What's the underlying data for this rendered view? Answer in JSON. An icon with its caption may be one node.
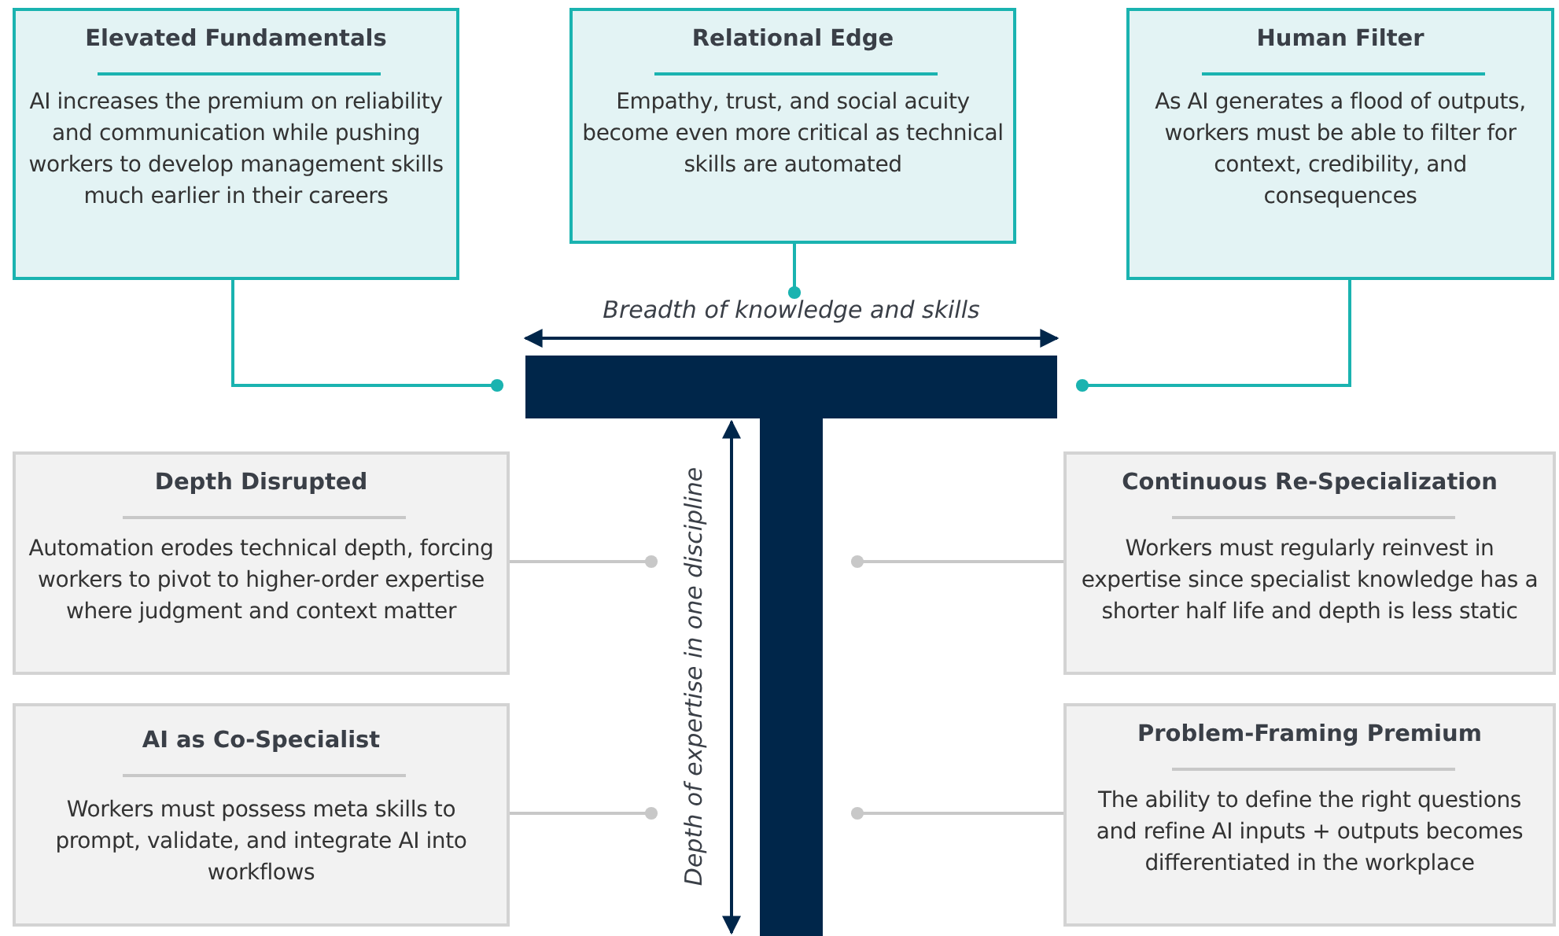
{
  "diagram": {
    "nodes": [
      {
        "text": [
          "Elevated Fundamentals",
          "AI increases the premium on reliability and communication while pushing workers to develop management skills much earlier in their careers"
        ]
      },
      {
        "text": [
          "Relational Edge",
          "Empathy, trust, and social acuity become even more critical as technical skills are automated"
        ]
      },
      {
        "text": [
          "Human Filter",
          "As AI generates a flood of outputs, workers must be able to filter for context, credibility, and consequences"
        ]
      },
      {
        "text": [
          "Depth Disrupted",
          "Automation erodes technical depth, forcing workers to pivot to higher-order expertise where judgment and context matter"
        ]
      },
      {
        "text": [
          "Continuous Re-Specialization",
          "Workers must regularly reinvest in expertise since specialist knowledge has a shorter half life and depth is less static"
        ]
      },
      {
        "text": [
          "AI as Co-Specialist",
          "Workers must possess meta skills to prompt, validate, and integrate AI into workflows"
        ]
      },
      {
        "text": [
          "Problem-Framing Premium",
          "The ability to define the right questions and refine AI inputs + outputs becomes differentiated in the workplace"
        ]
      },
      {
        "text": [],
        "shape": "bar"
      },
      {
        "text": [
          "Breadth of knowledge and skills"
        ]
      }
    ],
    "edges": [
      {
        "from": 0,
        "to": 7,
        "arrow": "other",
        "color": "#1ab3b0"
      },
      {
        "from": 1,
        "to": 8,
        "arrow": "other",
        "color": "#1ab3b0"
      },
      {
        "from": 2,
        "to": 7,
        "arrow": "other",
        "color": "#1ab3b0"
      },
      {
        "from": 3,
        "to": 7,
        "arrow": "other"
      },
      {
        "from": 4,
        "to": 7,
        "arrow": "other"
      },
      {
        "from": 5,
        "to": 7,
        "arrow": "other"
      },
      {
        "from": 6,
        "to": 7,
        "arrow": "other"
      }
    ],
    "labels": [
      "Depth of expertise in one discipline"
    ]
  }
}
